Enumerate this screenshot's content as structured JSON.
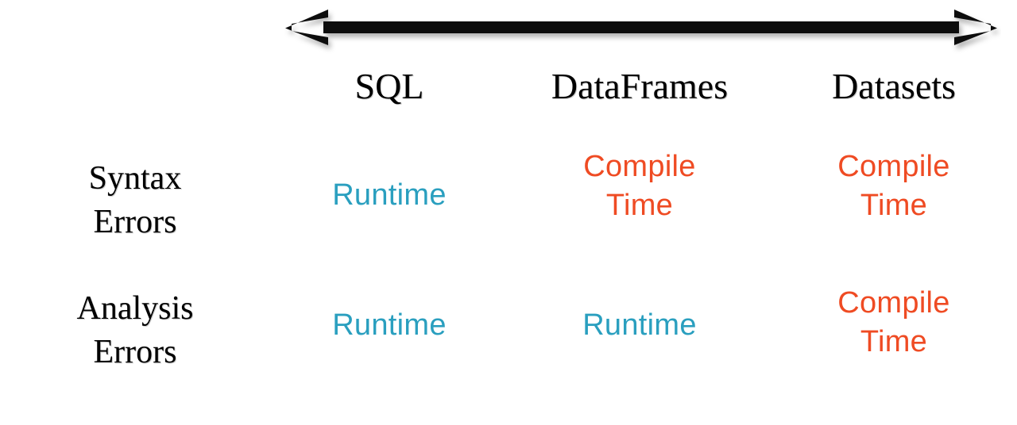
{
  "spectrum": {
    "icon": "double-headed-horizontal-arrow",
    "color": "#0d0d0d"
  },
  "table": {
    "corner_label": "",
    "columns": [
      {
        "label": "SQL"
      },
      {
        "label": "DataFrames"
      },
      {
        "label": "Datasets"
      }
    ],
    "rows": [
      {
        "label": "Syntax\nErrors",
        "cells": [
          {
            "text": "Runtime",
            "kind": "runtime"
          },
          {
            "text": "Compile\nTime",
            "kind": "compile"
          },
          {
            "text": "Compile\nTime",
            "kind": "compile"
          }
        ]
      },
      {
        "label": "Analysis\nErrors",
        "cells": [
          {
            "text": "Runtime",
            "kind": "runtime"
          },
          {
            "text": "Runtime",
            "kind": "runtime"
          },
          {
            "text": "Compile\nTime",
            "kind": "compile"
          }
        ]
      }
    ]
  },
  "colors": {
    "runtime": "#2a9fbf",
    "compile": "#ef4b23",
    "text": "#000000",
    "background": "#ffffff",
    "arrow": "#0d0d0d"
  },
  "chart_data": {
    "type": "table",
    "title": "",
    "categories": [
      "SQL",
      "DataFrames",
      "Datasets"
    ],
    "row_categories": [
      "Syntax Errors",
      "Analysis Errors"
    ],
    "series": [
      {
        "name": "Syntax Errors",
        "values": [
          "Runtime",
          "Compile Time",
          "Compile Time"
        ]
      },
      {
        "name": "Analysis Errors",
        "values": [
          "Runtime",
          "Runtime",
          "Compile Time"
        ]
      }
    ],
    "value_color_map": {
      "Runtime": "#2a9fbf",
      "Compile Time": "#ef4b23"
    },
    "annotations": [
      "double-headed arrow spanning SQL through Datasets"
    ],
    "xlabel": "",
    "ylabel": "",
    "grid": false,
    "legend": "none"
  }
}
